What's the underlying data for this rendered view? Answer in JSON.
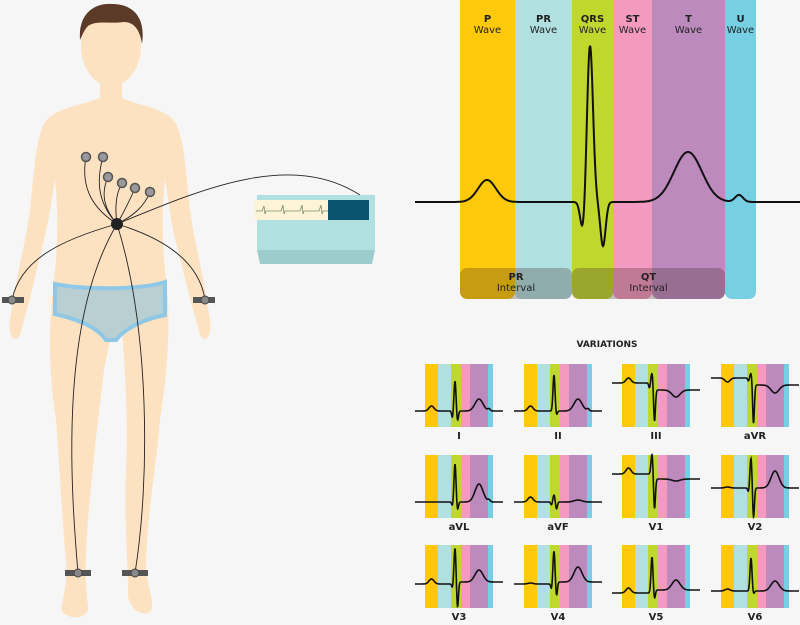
{
  "colors": {
    "p": "#fdc90a",
    "pr": "#b0e0df",
    "qrs": "#c0d82e",
    "st": "#f49ac1",
    "t": "#bd8abd",
    "u": "#76cfe2",
    "skin": "#fde2c2",
    "trace": "#111111"
  },
  "main": {
    "bands": [
      {
        "id": "p",
        "title": "P",
        "sub": "Wave"
      },
      {
        "id": "pr",
        "title": "PR",
        "sub": "Wave"
      },
      {
        "id": "qrs",
        "title": "QRS",
        "sub": "Wave"
      },
      {
        "id": "st",
        "title": "ST",
        "sub": "Wave"
      },
      {
        "id": "t",
        "title": "T",
        "sub": "Wave"
      },
      {
        "id": "u",
        "title": "U",
        "sub": "Wave"
      }
    ],
    "intervals": [
      {
        "title": "PR",
        "sub": "Interval"
      },
      {
        "title": "QT",
        "sub": "Interval"
      }
    ]
  },
  "variations": {
    "title": "VARIATIONS",
    "leads": [
      {
        "name": "I",
        "base": 47,
        "p": 5,
        "q": -7,
        "r": 30,
        "s": -10,
        "st": 0,
        "t": 12,
        "u": 2
      },
      {
        "name": "II",
        "base": 47,
        "p": 5,
        "q": 0,
        "r": 36,
        "s": -4,
        "st": 0,
        "t": 12,
        "u": 2
      },
      {
        "name": "III",
        "base": 19,
        "p": 5,
        "q": -5,
        "r": 10,
        "s": -38,
        "st": -7,
        "t": -7,
        "u": 0
      },
      {
        "name": "aVR",
        "base": 14,
        "p": -4,
        "q": -3,
        "r": 5,
        "s": -45,
        "st": -7,
        "t": -8,
        "u": 0
      },
      {
        "name": "aVL",
        "base": 47,
        "p": 0,
        "q": -4,
        "r": 38,
        "s": -8,
        "st": 0,
        "t": 18,
        "u": 2
      },
      {
        "name": "aVF",
        "base": 47,
        "p": 5,
        "q": -3,
        "r": 7,
        "s": -7,
        "st": 0,
        "t": 2,
        "u": 0
      },
      {
        "name": "V1",
        "base": 19,
        "p": 6,
        "q": 0,
        "r": 20,
        "s": -35,
        "st": -5,
        "t": -2,
        "u": 0
      },
      {
        "name": "V2",
        "base": 33,
        "p": 1,
        "q": -4,
        "r": 30,
        "s": -30,
        "st": 0,
        "t": 17,
        "u": 0
      },
      {
        "name": "V3",
        "base": 39,
        "p": 5,
        "q": -4,
        "r": 36,
        "s": -24,
        "st": 2,
        "t": 12,
        "u": 0
      },
      {
        "name": "V4",
        "base": 39,
        "p": 1,
        "q": -5,
        "r": 33,
        "s": -12,
        "st": 2,
        "t": 15,
        "u": 0
      },
      {
        "name": "V5",
        "base": 48,
        "p": 5,
        "q": 0,
        "r": 36,
        "s": -6,
        "st": 3,
        "t": 10,
        "u": 0
      },
      {
        "name": "V6",
        "base": 46,
        "p": 2,
        "q": 0,
        "r": 33,
        "s": -3,
        "st": 0,
        "t": 10,
        "u": 0
      }
    ]
  }
}
